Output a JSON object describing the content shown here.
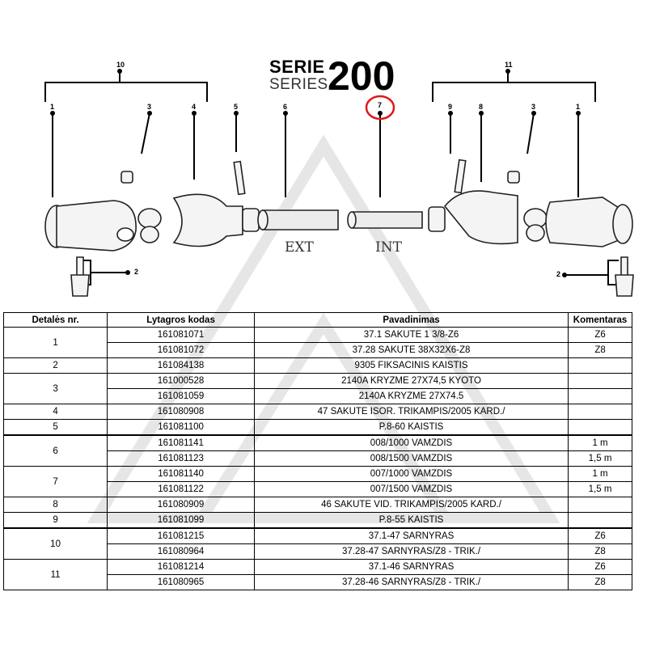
{
  "header": {
    "serie": "SERIE",
    "series": "SERIES",
    "number": "200"
  },
  "shaft_labels": {
    "ext": "EXT",
    "int": "INT"
  },
  "callouts": {
    "left_group": "10",
    "right_group": "11",
    "l1": "1",
    "l3": "3",
    "l4": "4",
    "l5": "5",
    "l6": "6",
    "l7": "7",
    "r9": "9",
    "r8": "8",
    "r3": "3",
    "r1": "1",
    "l2": "2",
    "r2": "2"
  },
  "colors": {
    "highlight": "#e0161c",
    "watermark": "#e6e6e6"
  },
  "table": {
    "headers": [
      "Detalės nr.",
      "Lytagros kodas",
      "Pavadinimas",
      "Komentaras"
    ],
    "groups": [
      {
        "nr": "1",
        "rows": [
          {
            "code": "161081071",
            "name": "37.1 SAKUTE 1 3/8-Z6",
            "comment": "Z6"
          },
          {
            "code": "161081072",
            "name": "37.28 SAKUTE 38X32X6-Z8",
            "comment": "Z8"
          }
        ]
      },
      {
        "nr": "2",
        "rows": [
          {
            "code": "161084138",
            "name": "9305 FIKSACINIS KAISTIS",
            "comment": ""
          }
        ]
      },
      {
        "nr": "3",
        "rows": [
          {
            "code": "161000528",
            "name": "2140A KRYZME 27X74,5 KYOTO",
            "comment": ""
          },
          {
            "code": "161081059",
            "name": "2140A KRYZME 27X74.5",
            "comment": ""
          }
        ]
      },
      {
        "nr": "4",
        "rows": [
          {
            "code": "161080908",
            "name": "47 SAKUTE ISOR. TRIKAMPIS/2005 KARD./",
            "comment": ""
          }
        ]
      },
      {
        "nr": "5",
        "rows": [
          {
            "code": "161081100",
            "name": "P.8-60 KAISTIS",
            "comment": ""
          }
        ]
      },
      {
        "nr": "6",
        "rows": [
          {
            "code": "161081141",
            "name": "008/1000 VAMZDIS",
            "comment": "1 m"
          },
          {
            "code": "161081123",
            "name": "008/1500 VAMZDIS",
            "comment": "1,5 m"
          }
        ]
      },
      {
        "nr": "7",
        "rows": [
          {
            "code": "161081140",
            "name": "007/1000 VAMZDIS",
            "comment": "1 m"
          },
          {
            "code": "161081122",
            "name": "007/1500 VAMZDIS",
            "comment": "1,5 m"
          }
        ]
      },
      {
        "nr": "8",
        "rows": [
          {
            "code": "161080909",
            "name": "46 SAKUTE VID. TRIKAMPIS/2005 KARD./",
            "comment": ""
          }
        ]
      },
      {
        "nr": "9",
        "rows": [
          {
            "code": "161081099",
            "name": "P.8-55 KAISTIS",
            "comment": ""
          }
        ]
      },
      {
        "nr": "10",
        "rows": [
          {
            "code": "161081215",
            "name": "37.1-47 SARNYRAS",
            "comment": "Z6"
          },
          {
            "code": "161080964",
            "name": "37.28-47 SARNYRAS/Z8 - TRIK./",
            "comment": "Z8"
          }
        ]
      },
      {
        "nr": "11",
        "rows": [
          {
            "code": "161081214",
            "name": "37.1-46 SARNYRAS",
            "comment": "Z6"
          },
          {
            "code": "161080965",
            "name": "37.28-46 SARNYRAS/Z8 - TRIK./",
            "comment": "Z8"
          }
        ]
      }
    ]
  }
}
